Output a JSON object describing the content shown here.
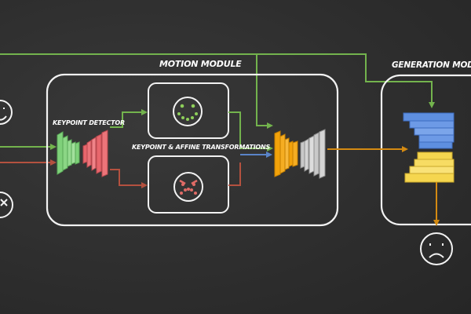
{
  "labels": {
    "motion_module": "MOTION MODULE",
    "generation_module": "GENERATION MODULE",
    "keypoint_detector": "KEYPOINT DETECTOR",
    "keypoint_affine": "KEYPOINT  & AFFINE TRANSFORMATIONS"
  },
  "colors": {
    "green_path": "#73b34d",
    "red_path": "#b4513f",
    "orange_path": "#d48a12",
    "blue_path": "#5a84c8",
    "chalk": "#f2f2f2",
    "encoder_green": "#7fd17a",
    "encoder_red": "#e8666c",
    "decoder_orange": "#f2a20a",
    "decoder_gray": "#c9c9c9",
    "gen_blue": "#5e8fe0",
    "gen_yellow": "#f5d64f"
  },
  "icons": {
    "happy_face": "happy-face-icon",
    "angry_face": "angry-face-icon",
    "sad_face": "sad-face-icon"
  }
}
